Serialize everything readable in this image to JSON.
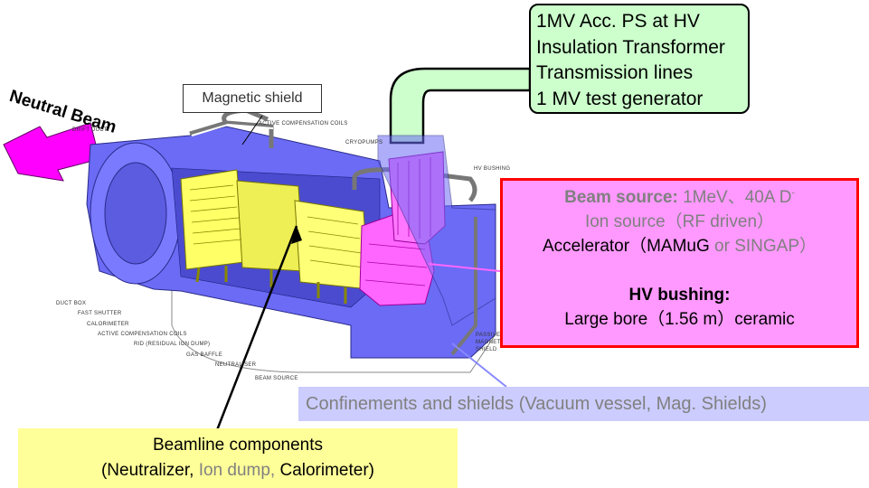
{
  "neutral_beam_label": "Neutral Beam",
  "magnetic_shield_label": "Magnetic shield",
  "hv_box": {
    "lines": [
      "1MV Acc. PS at HV",
      "Insulation Transformer",
      "Transmission lines",
      "1 MV test generator"
    ]
  },
  "beam_source_box": {
    "title": "Beam source:",
    "spec_pre": "1MeV、40A D",
    "spec_sup": "-",
    "ion_source": "Ion source（RF driven）",
    "accel_pre": "Accelerator（MAMuG ",
    "accel_or": "or SINGAP）",
    "bushing_title": "HV bushing:",
    "bushing_detail": "Large bore（1.56 m）ceramic"
  },
  "confinement_label": "Confinements and shields (Vacuum vessel, Mag. Shields)",
  "beamline_box": {
    "line1": "Beamline components",
    "open": "(Neutralizer, ",
    "ion_dump": "Ion dump, ",
    "calorimeter": "Calorimeter)"
  },
  "drawing_labels": {
    "drift_duct": "DRIFT DUCT",
    "active_comp_top": "ACTIVE COMPENSATION COILS",
    "cryopumps": "CRYOPUMPS",
    "hv_bushing": "HV BUSHING",
    "duct_box": "DUCT BOX",
    "fast_shutter": "FAST SHUTTER",
    "calorimeter": "CALORIMETER",
    "active_comp_bottom": "ACTIVE COMPENSATION COILS",
    "rid": "RID (RESIDUAL ION DUMP)",
    "gas_baffle": "GAS BAFFLE",
    "neutraliser": "NEUTRALISER",
    "beam_source": "BEAM SOURCE",
    "passive_magnetic": "PASSIVE",
    "passive_magnetic2": "MAGNETIC",
    "passive_magnetic3": "SHIELD"
  },
  "colors": {
    "vessel": "#6666ff",
    "components": "#ffff66",
    "source": "#ff66ff",
    "arrow": "#ff00ff",
    "hv_box": "#ccffcc",
    "beam_box_border": "#ff0000"
  }
}
